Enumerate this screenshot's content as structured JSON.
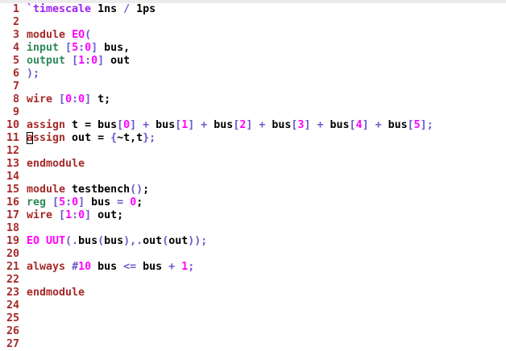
{
  "editor": {
    "cursor": {
      "line": 11,
      "column": 1
    },
    "lines": [
      {
        "no": "1",
        "tokens": [
          [
            "`timescale",
            "d"
          ],
          [
            " 1ns ",
            "x"
          ],
          [
            "/",
            "p"
          ],
          [
            " 1ps",
            "x"
          ]
        ]
      },
      {
        "no": "2",
        "tokens": []
      },
      {
        "no": "3",
        "tokens": [
          [
            "module",
            "k"
          ],
          [
            " ",
            "x"
          ],
          [
            "EO",
            "i"
          ],
          [
            "(",
            "p"
          ]
        ]
      },
      {
        "no": "4",
        "tokens": [
          [
            "input",
            "t"
          ],
          [
            " ",
            "x"
          ],
          [
            "[",
            "p"
          ],
          [
            "5",
            "n"
          ],
          [
            ":",
            "p"
          ],
          [
            "0",
            "n"
          ],
          [
            "]",
            "p"
          ],
          [
            " bus,",
            "x"
          ]
        ]
      },
      {
        "no": "5",
        "tokens": [
          [
            "output",
            "t"
          ],
          [
            " ",
            "x"
          ],
          [
            "[",
            "p"
          ],
          [
            "1",
            "n"
          ],
          [
            ":",
            "p"
          ],
          [
            "0",
            "n"
          ],
          [
            "]",
            "p"
          ],
          [
            " out",
            "x"
          ]
        ]
      },
      {
        "no": "6",
        "tokens": [
          [
            ");",
            "p"
          ]
        ]
      },
      {
        "no": "7",
        "tokens": []
      },
      {
        "no": "8",
        "tokens": [
          [
            "wire",
            "k"
          ],
          [
            " ",
            "x"
          ],
          [
            "[",
            "p"
          ],
          [
            "0",
            "n"
          ],
          [
            ":",
            "p"
          ],
          [
            "0",
            "n"
          ],
          [
            "]",
            "p"
          ],
          [
            " t;",
            "x"
          ]
        ]
      },
      {
        "no": "9",
        "tokens": []
      },
      {
        "no": "10",
        "tokens": [
          [
            "assign",
            "k"
          ],
          [
            " t = bus",
            "x"
          ],
          [
            "[",
            "p"
          ],
          [
            "0",
            "n"
          ],
          [
            "]",
            "p"
          ],
          [
            " ",
            "x"
          ],
          [
            "+",
            "p"
          ],
          [
            " bus",
            "x"
          ],
          [
            "[",
            "p"
          ],
          [
            "1",
            "n"
          ],
          [
            "]",
            "p"
          ],
          [
            " ",
            "x"
          ],
          [
            "+",
            "p"
          ],
          [
            " bus",
            "x"
          ],
          [
            "[",
            "p"
          ],
          [
            "2",
            "n"
          ],
          [
            "]",
            "p"
          ],
          [
            " ",
            "x"
          ],
          [
            "+",
            "p"
          ],
          [
            " bus",
            "x"
          ],
          [
            "[",
            "p"
          ],
          [
            "3",
            "n"
          ],
          [
            "]",
            "p"
          ],
          [
            " ",
            "x"
          ],
          [
            "+",
            "p"
          ],
          [
            " bus",
            "x"
          ],
          [
            "[",
            "p"
          ],
          [
            "4",
            "n"
          ],
          [
            "]",
            "p"
          ],
          [
            " ",
            "x"
          ],
          [
            "+",
            "p"
          ],
          [
            " bus",
            "x"
          ],
          [
            "[",
            "p"
          ],
          [
            "5",
            "n"
          ],
          [
            "]",
            "p"
          ],
          [
            ";",
            "p"
          ]
        ]
      },
      {
        "no": "11",
        "tokens": [
          [
            "a",
            "k"
          ],
          [
            "ssign",
            "k"
          ],
          [
            " out = ",
            "x"
          ],
          [
            "{",
            "p"
          ],
          [
            "~t,t",
            "x"
          ],
          [
            "}",
            "p"
          ],
          [
            ";",
            "p"
          ]
        ]
      },
      {
        "no": "12",
        "tokens": []
      },
      {
        "no": "13",
        "tokens": [
          [
            "endmodule",
            "k"
          ]
        ]
      },
      {
        "no": "14",
        "tokens": []
      },
      {
        "no": "15",
        "tokens": [
          [
            "module",
            "k"
          ],
          [
            " testbench",
            "x"
          ],
          [
            "()",
            "p"
          ],
          [
            ";",
            "x"
          ]
        ]
      },
      {
        "no": "16",
        "tokens": [
          [
            "reg",
            "t"
          ],
          [
            " ",
            "x"
          ],
          [
            "[",
            "p"
          ],
          [
            "5",
            "n"
          ],
          [
            ":",
            "p"
          ],
          [
            "0",
            "n"
          ],
          [
            "]",
            "p"
          ],
          [
            " bus ",
            "x"
          ],
          [
            "=",
            "p"
          ],
          [
            " ",
            "x"
          ],
          [
            "0",
            "n"
          ],
          [
            ";",
            "x"
          ]
        ]
      },
      {
        "no": "17",
        "tokens": [
          [
            "wire",
            "k"
          ],
          [
            " ",
            "x"
          ],
          [
            "[",
            "p"
          ],
          [
            "1",
            "n"
          ],
          [
            ":",
            "p"
          ],
          [
            "0",
            "n"
          ],
          [
            "]",
            "p"
          ],
          [
            " out;",
            "x"
          ]
        ]
      },
      {
        "no": "18",
        "tokens": []
      },
      {
        "no": "19",
        "tokens": [
          [
            "EO UUT",
            "i"
          ],
          [
            "(.",
            "p"
          ],
          [
            "bus",
            "x"
          ],
          [
            "(",
            "p"
          ],
          [
            "bus",
            "x"
          ],
          [
            "),.",
            "p"
          ],
          [
            "out",
            "x"
          ],
          [
            "(",
            "p"
          ],
          [
            "out",
            "x"
          ],
          [
            "));",
            "p"
          ]
        ]
      },
      {
        "no": "20",
        "tokens": []
      },
      {
        "no": "21",
        "tokens": [
          [
            "always",
            "k"
          ],
          [
            " ",
            "x"
          ],
          [
            "#",
            "p"
          ],
          [
            "10",
            "n"
          ],
          [
            " bus ",
            "x"
          ],
          [
            "<=",
            "p"
          ],
          [
            " bus ",
            "x"
          ],
          [
            "+",
            "p"
          ],
          [
            " ",
            "x"
          ],
          [
            "1",
            "n"
          ],
          [
            ";",
            "p"
          ]
        ]
      },
      {
        "no": "22",
        "tokens": []
      },
      {
        "no": "23",
        "tokens": [
          [
            "endmodule",
            "k"
          ]
        ]
      },
      {
        "no": "24",
        "tokens": []
      },
      {
        "no": "25",
        "tokens": []
      },
      {
        "no": "26",
        "tokens": []
      },
      {
        "no": "27",
        "tokens": []
      }
    ]
  }
}
